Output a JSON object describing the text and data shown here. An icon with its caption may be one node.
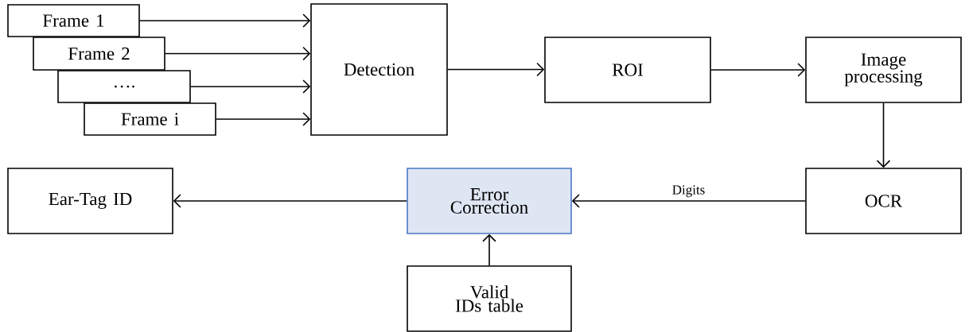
{
  "diagram": {
    "nodes": [
      {
        "text": [
          "Frame 1"
        ]
      },
      {
        "text": [
          "Frame 2"
        ]
      },
      {
        "text": [
          "…."
        ]
      },
      {
        "text": [
          "Frame i"
        ]
      },
      {
        "text": [
          "Detection"
        ]
      },
      {
        "text": [
          "ROI"
        ]
      },
      {
        "text": [
          "Image processing"
        ]
      },
      {
        "text": [
          "Ear-Tag ID"
        ]
      },
      {
        "text": [
          "Error Correction"
        ]
      },
      {
        "text": [
          "OCR"
        ]
      },
      {
        "text": [
          "Valid IDs table"
        ]
      }
    ],
    "edges": [
      {
        "from": 0,
        "to": 4,
        "arrow": "to"
      },
      {
        "from": 1,
        "to": 4,
        "arrow": "to"
      },
      {
        "from": 2,
        "to": 4,
        "arrow": "to"
      },
      {
        "from": 3,
        "to": 4,
        "arrow": "to"
      },
      {
        "from": 4,
        "to": 5,
        "arrow": "to"
      },
      {
        "from": 5,
        "to": 6,
        "arrow": "to"
      },
      {
        "from": 6,
        "to": 9,
        "arrow": "to"
      },
      {
        "from": 9,
        "to": 8,
        "arrow": "to",
        "label": "Digits"
      },
      {
        "from": 8,
        "to": 7,
        "arrow": "to"
      },
      {
        "from": 10,
        "to": 8,
        "arrow": "to"
      }
    ]
  }
}
